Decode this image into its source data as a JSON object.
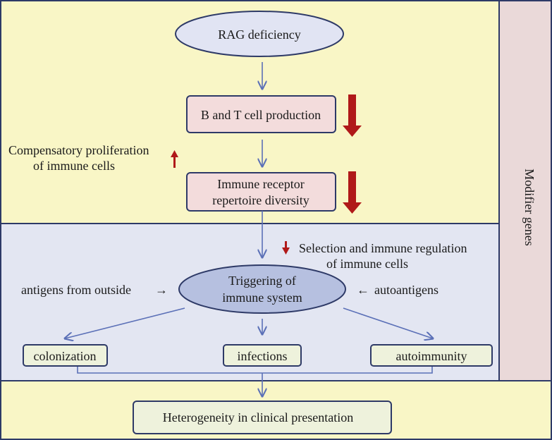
{
  "nodes": {
    "rag": "RAG deficiency",
    "bt": "B and T cell production",
    "repertoire_line1": "Immune receptor",
    "repertoire_line2": "repertoire diversity",
    "trigger_line1": "Triggering of",
    "trigger_line2": "immune system",
    "colonization": "colonization",
    "infections": "infections",
    "autoimmunity": "autoimmunity",
    "heterogeneity": "Heterogeneity in clinical presentation"
  },
  "labels": {
    "compensatory_line1": "Compensatory proliferation",
    "compensatory_line2": "of immune cells",
    "selection_line1": "Selection and immune regulation",
    "selection_line2": "of immune cells",
    "antigens_outside": "antigens from outside",
    "autoantigens": "autoantigens",
    "modifier_genes": "Modifier genes"
  },
  "glyphs": {
    "right_arrow": "→",
    "left_arrow": "←"
  },
  "colors": {
    "panel_yellow": "#f9f6c6",
    "panel_blue": "#e3e6f2",
    "side_pink": "#ead9d9",
    "box_pink": "#f3dcdc",
    "box_green": "#eef2dc",
    "ellipse_light": "#e1e4f3",
    "ellipse_dark": "#b6c0e0",
    "border": "#2e3a67",
    "connector": "#5b70b7",
    "red_arrow": "#b01919"
  }
}
